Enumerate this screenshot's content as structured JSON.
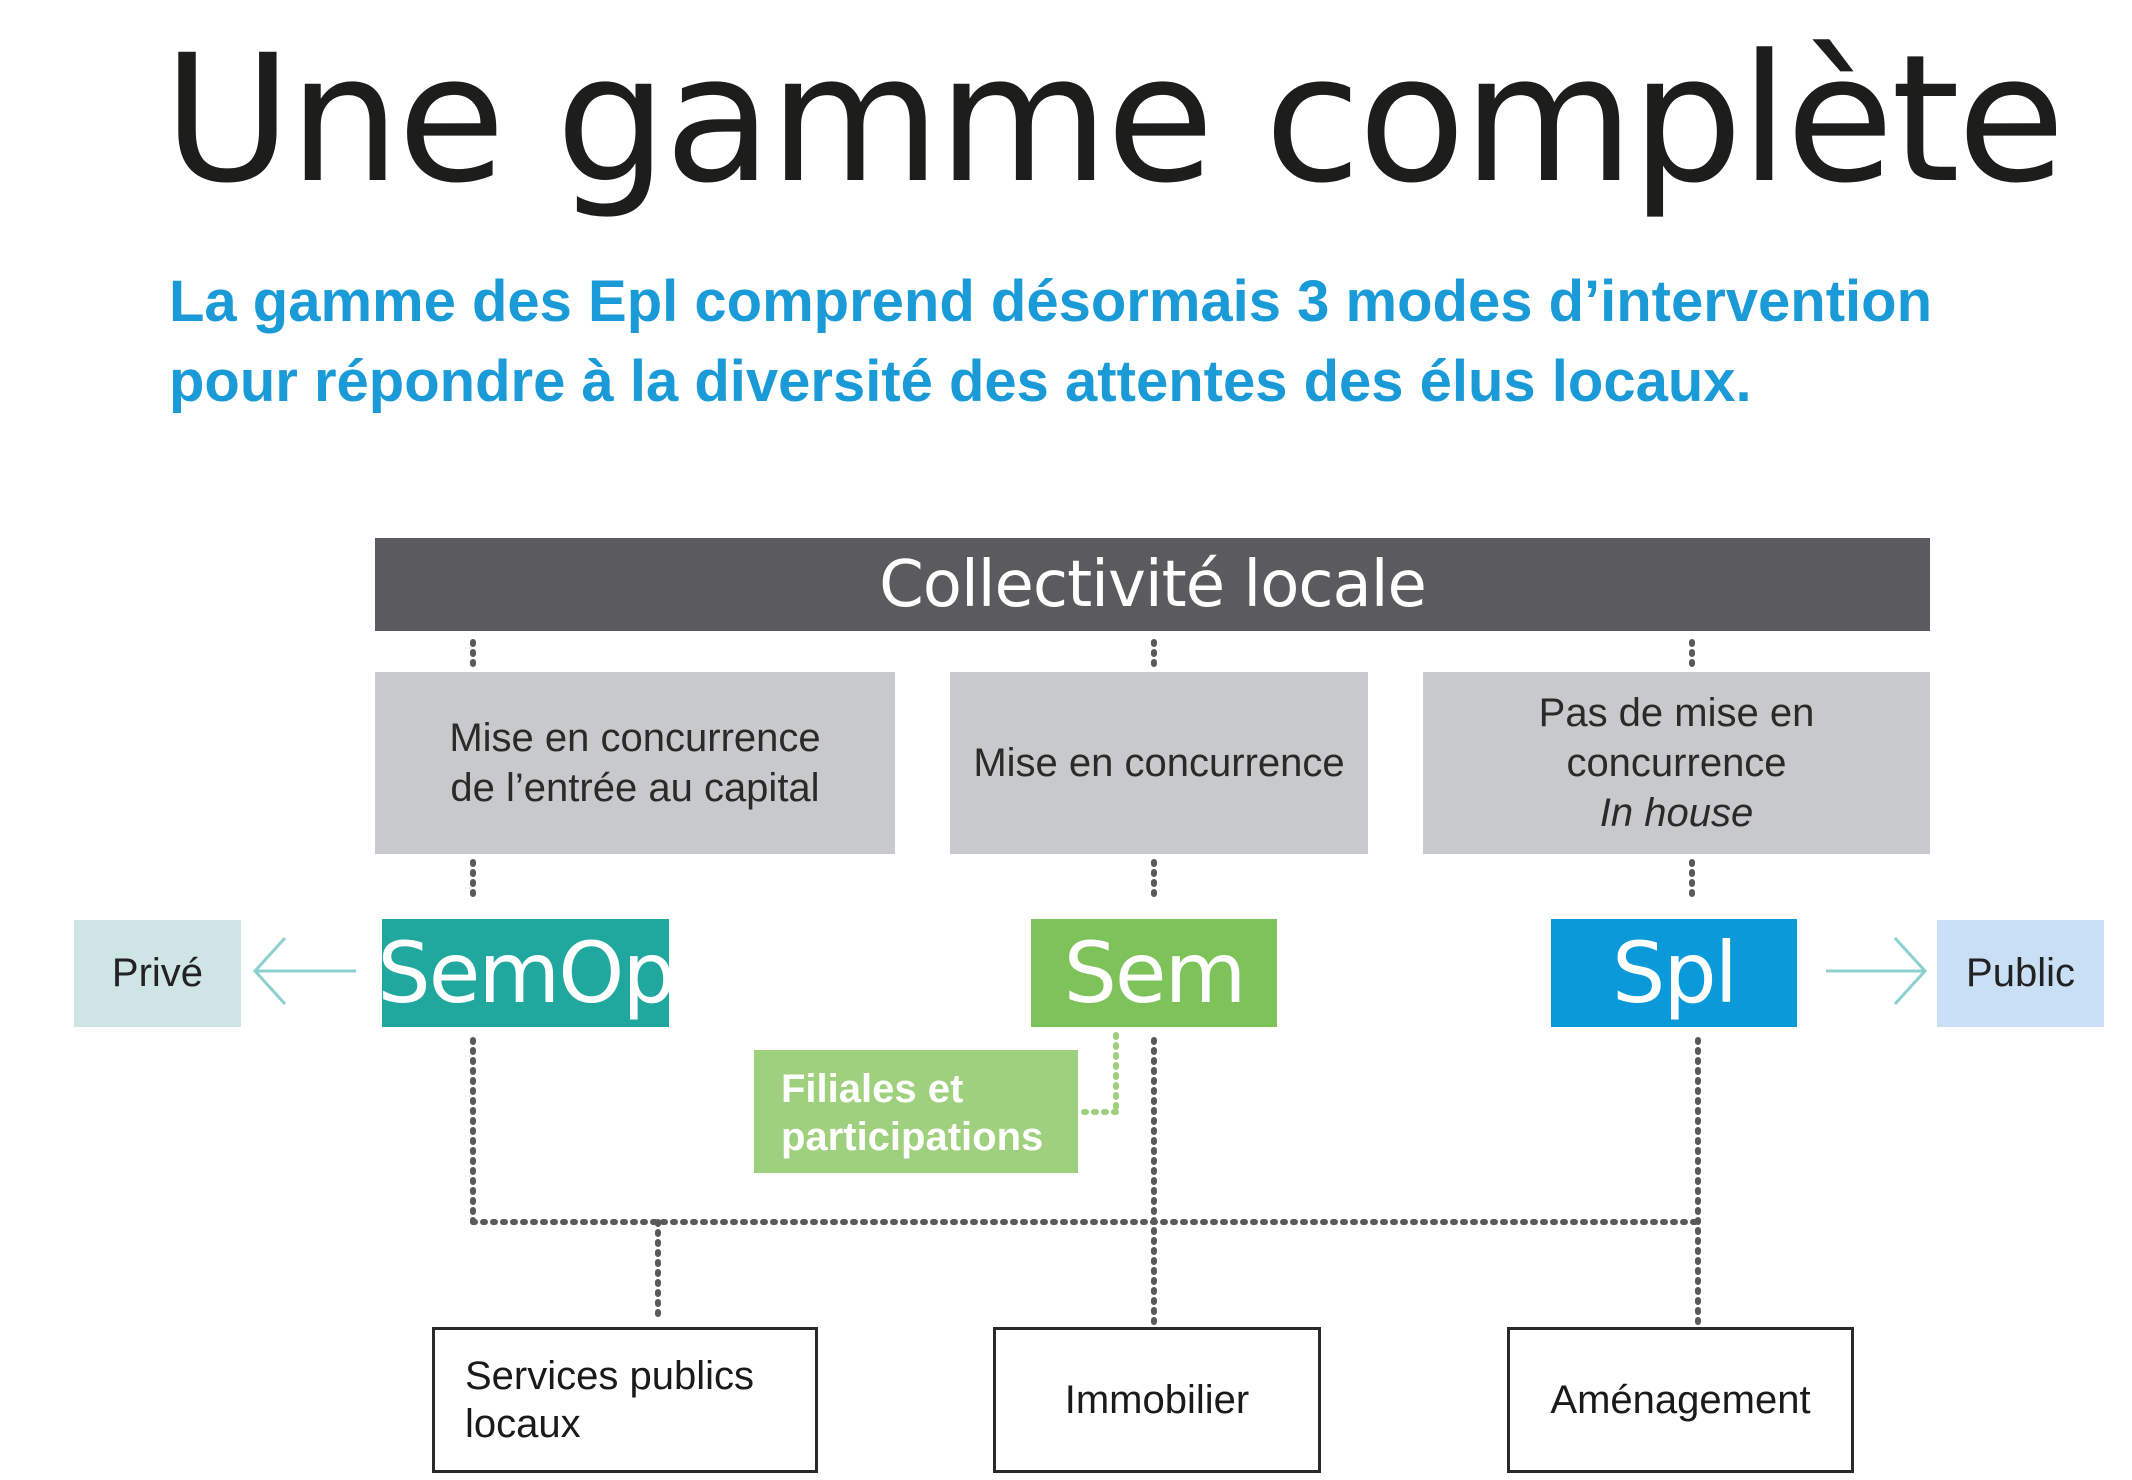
{
  "title": "Une gamme complète",
  "subtitle": {
    "line1": "La gamme des Epl comprend désormais 3 modes d’intervention",
    "line2": "pour répondre à la diversité des attentes des élus locaux."
  },
  "banner": "Collectivité locale",
  "modes": {
    "semop": {
      "line1": "Mise en concurrence",
      "line2": "de l’entrée au capital"
    },
    "sem": {
      "line1": "Mise en concurrence"
    },
    "spl": {
      "line1": "Pas de mise en",
      "line2": "concurrence",
      "line3": "In house"
    }
  },
  "entities": {
    "semop": {
      "label": "SemOp",
      "color": "#20a89e"
    },
    "sem": {
      "label": "Sem",
      "color": "#7ec25a"
    },
    "spl": {
      "label": "Spl",
      "color": "#0b9ad9"
    }
  },
  "sides": {
    "prive": {
      "label": "Privé",
      "color": "#cfe4e5"
    },
    "public": {
      "label": "Public",
      "color": "#c9dff5"
    }
  },
  "filiales": {
    "line1": "Filiales et",
    "line2": "participations",
    "color": "#9fd07e"
  },
  "domains": {
    "services": {
      "line1": "Services publics",
      "line2": "locaux"
    },
    "immobilier": {
      "label": "Immobilier"
    },
    "amenagement": {
      "label": "Aménagement"
    }
  },
  "colors": {
    "connector": "#5a5a5a",
    "arrow": "#8ccfcf",
    "filiales_connector": "#9fd07e"
  }
}
